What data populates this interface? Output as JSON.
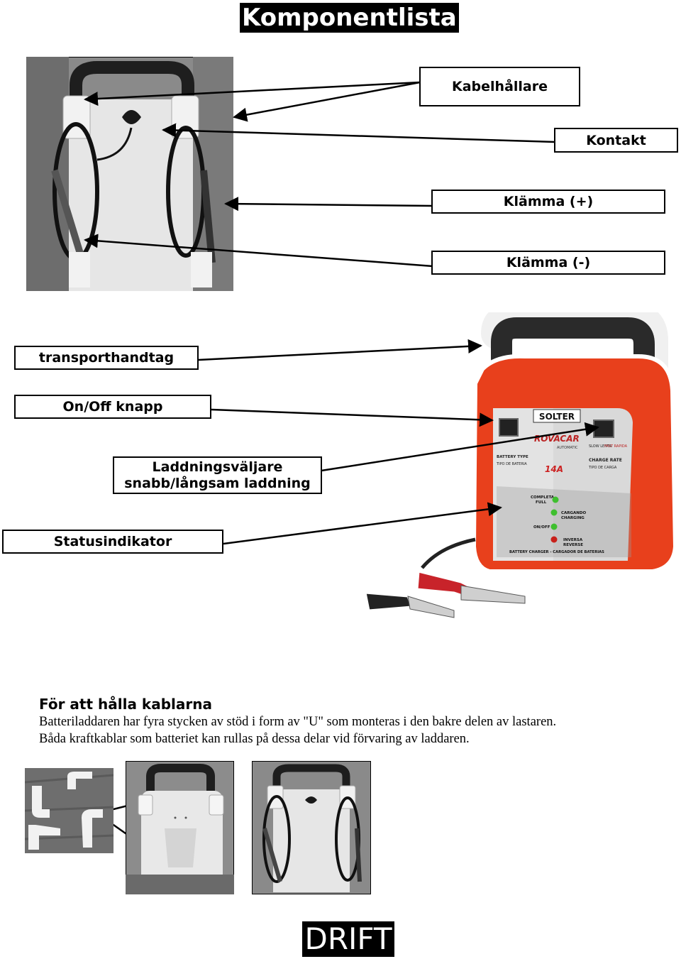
{
  "title": "Komponentlista",
  "labels": {
    "cable_holder": "Kabelhållare",
    "contact": "Kontakt",
    "clamp_plus": "Klämma (+)",
    "clamp_minus": "Klämma (-)",
    "handle": "transporthandtag",
    "onoff": "On/Off knapp",
    "selector_line1": "Laddningsväljare",
    "selector_line2": "snabb/långsam laddning",
    "status": "Statusindikator"
  },
  "panel": {
    "brand": "SOLTER",
    "model": "ROVACAR",
    "model_sub": "AUTOMATIC",
    "amp": "14A",
    "battery_type": "BATTERY TYPE",
    "tipo_bateria": "TIPO DE BATERIA",
    "slow": "SLOW LENTA",
    "fast": "FAST RAPIDA",
    "charge_rate": "CHARGE RATE",
    "tipo_carga": "TIPO DE CARGA",
    "completa": "COMPLETA",
    "full": "FULL",
    "cargando": "CARGANDO",
    "charging": "CHARGING",
    "onoff": "ON/OFF",
    "inversa": "INVERSA",
    "reverse": "REVERSE",
    "footer": "BATTERY CHARGER - CARGADOR DE BATERIAS"
  },
  "section": {
    "heading": "För att hålla kablarna",
    "line1": "Batteriladdaren har fyra stycken av stöd i form av \"U\" som monteras i den bakre delen av lastaren.",
    "line2": "Båda kraftkablar som batteriet kan rullas på dessa delar vid förvaring av laddaren."
  },
  "footer_label": "DRIFT",
  "colors": {
    "charger_body": "#e8401c",
    "handle": "#2a2a2a",
    "led_green": "#3fbf2f",
    "led_red": "#c8201a"
  }
}
